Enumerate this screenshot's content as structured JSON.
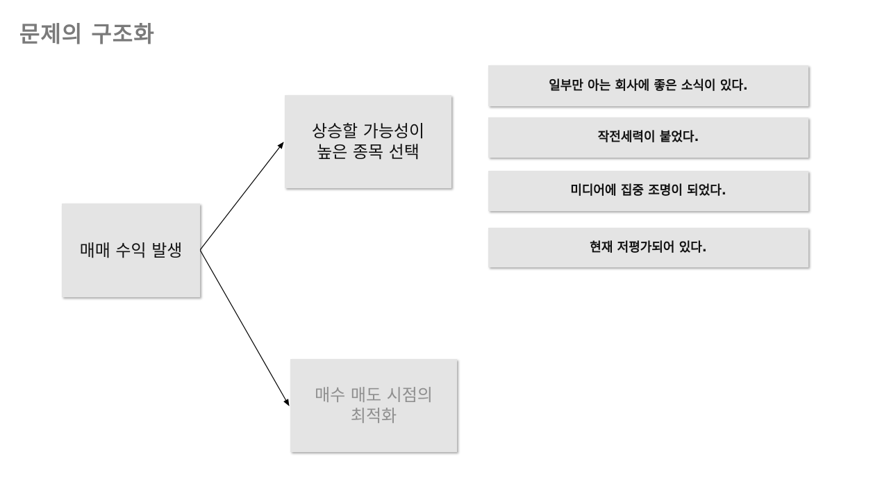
{
  "slide": {
    "title": "문제의 구조화"
  },
  "diagram": {
    "root": "매매 수익 발생",
    "branch_top": "상승할 가능성이\n높은 종목 선택",
    "branch_bottom": "매수 매도 시점의\n최적화",
    "reasons": [
      "일부만 아는 회사에 좋은 소식이 있다.",
      "작전세력이 붙었다.",
      "미디어에 집중 조명이 되었다.",
      "현재 저평가되어 있다."
    ]
  }
}
